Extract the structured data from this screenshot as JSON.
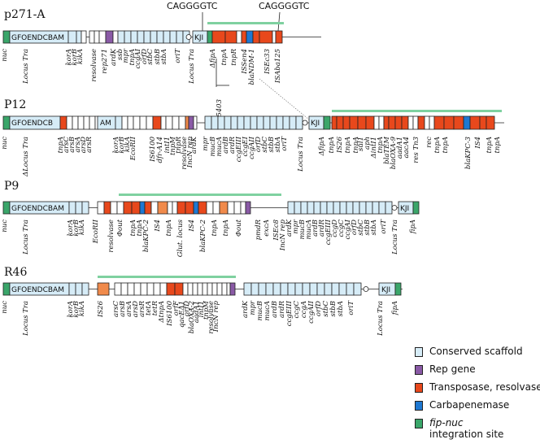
{
  "colors": {
    "scaffold": "#d6ecf7",
    "rep": "#8a5aa6",
    "transposase": "#e8481c",
    "transposase_light": "#f08a4b",
    "carbapenemase": "#1e78d2",
    "integration": "#3aa66a",
    "bar": "#7fd1a0"
  },
  "panels": [
    {
      "id": "p271-A",
      "title": "p271-A",
      "seq_labels": [
        "CAGGGGTC",
        "CAGGGGTC"
      ],
      "box_text": "GFOENDCBAM",
      "kj_text": "KJI",
      "labels": [
        "nuc",
        "Locus Tra",
        "korA",
        "korB",
        "kikA",
        "resolvase",
        "rep271",
        "ardK",
        "ssb",
        "mpr",
        "tnpA",
        "ccgAI",
        "orfD",
        "stbC",
        "stbB",
        "stbA",
        "oriT",
        "Locus Tra",
        "ΔfipA",
        "tnpA",
        "tnpR",
        "ISSen4",
        "blaNDM-1",
        "ISEc33",
        "ISAba125"
      ],
      "sublabel": "Tn5403"
    },
    {
      "id": "P12",
      "title": "P12",
      "box_text": "GFOENDCB",
      "am_text": "AM",
      "kj_text": "KJI",
      "labels": [
        "nuc",
        "ΔLocus Tra",
        "tnpA",
        "arsC",
        "arsB",
        "arsA",
        "arsD",
        "arsR",
        "korA",
        "korB",
        "kikA",
        "EcoRII",
        "IS6100",
        "dfr-A14",
        "intI1",
        "tnpM",
        "tnpR",
        "resolvase",
        "IncN rep",
        "ardK",
        "mpr",
        "mucB",
        "mucA",
        "ardB",
        "ardR",
        "ccgEIII",
        "ccgEI",
        "ccgAII",
        "orfD",
        "stbC",
        "stbB",
        "stbA",
        "oriT",
        "Locus Tra",
        "ΔfipA",
        "tnpA",
        "IS26",
        "tnpA",
        "tnpA",
        "sul1",
        "aph",
        "ΔintI1",
        "tnpA",
        "blaTEM",
        "blaOXA-9",
        "aadA1",
        "aacA4",
        "res Tn3",
        "rec",
        "tnpA",
        "tnpA",
        "blaKPC-3",
        "IS4",
        "tnpA",
        "tnpA"
      ]
    },
    {
      "id": "P9",
      "title": "P9",
      "box_text": "GFOENDCBAM",
      "kj_text": "KJI",
      "labels": [
        "nuc",
        "Locus Tra",
        "korA",
        "korB",
        "kikA",
        "EcoRII",
        "resolvase",
        "Φout",
        "tnpA",
        "tnpA",
        "blaKPC-2",
        "IS4",
        "tnpA",
        "Glut. locus",
        "IS4",
        "blaKPC-2",
        "tnpA",
        "tnpA",
        "Φout",
        "pmdR",
        "excA",
        "ISEc8",
        "IncN rep",
        "ardK",
        "mpr",
        "mucB",
        "mucA",
        "ardB",
        "ardR",
        "ccgEIII",
        "ccgD",
        "ccgC",
        "ccgAI",
        "orfD",
        "stbC",
        "stbB",
        "stbA",
        "oriT",
        "Locus Tra",
        "fipA"
      ]
    },
    {
      "id": "R46",
      "title": "R46",
      "box_text": "GFOENDCBAM",
      "kj_text": "KJI",
      "labels": [
        "nuc",
        "Locus Tra",
        "korA",
        "korB",
        "kikA",
        "IS26",
        "arsC",
        "arsB",
        "arsA",
        "arsD",
        "arsR",
        "tetA",
        "tetR",
        "ΔtnpA",
        "IS6100",
        "orfF",
        "qacEΔ1",
        "orfD",
        "blaOXA-2",
        "aadA1",
        "intI1",
        "tnpM",
        "resolvase",
        "IncN rep",
        "ardK",
        "mpr",
        "mucB",
        "mucA",
        "ardB",
        "ardR",
        "ccgEIII",
        "ccgC",
        "ccgA",
        "ccgAII",
        "orfD",
        "stbC",
        "stbB",
        "stbA",
        "oriT",
        "Locus Tra",
        "fipA"
      ]
    }
  ],
  "legend": [
    {
      "key": "scaffold",
      "label": "Conserved scaffold"
    },
    {
      "key": "rep",
      "label": "Rep gene"
    },
    {
      "key": "transposase",
      "label": "Transposase, resolvase"
    },
    {
      "key": "carbapenemase",
      "label": "Carbapenemase"
    },
    {
      "key": "integration",
      "label": "fip-nuc",
      "label2": "integration site"
    }
  ]
}
